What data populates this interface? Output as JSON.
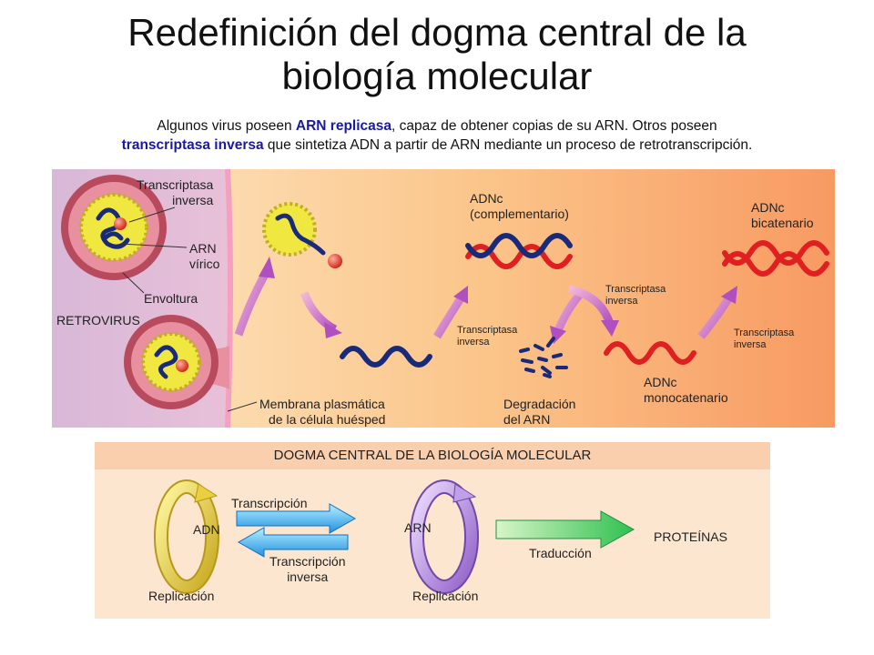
{
  "title": {
    "line1": "Redefinición del dogma central de la",
    "line2": "biología molecular"
  },
  "subtitle": {
    "p1": "Algunos virus poseen ",
    "h1": "ARN replicasa",
    "p2": ", capaz de obtener copias de su ARN. Otros poseen",
    "h2": "transcriptasa inversa",
    "p3": " que sintetiza ADN a partir de ARN mediante un proceso de retrotranscripción."
  },
  "retro": {
    "rt_line1": "Transcriptasa",
    "rt_line2": "inversa",
    "arn_line1": "ARN",
    "arn_line2": "vírico",
    "envoltura": "Envoltura",
    "retrovirus": "RETROVIRUS",
    "mem_line1": "Membrana plasmática",
    "mem_line2": "de la célula huésped",
    "adnc_c_line1": "ADNc",
    "adnc_c_line2": "(complementario)",
    "adnc_b_line1": "ADNc",
    "adnc_b_line2": "bicatenario",
    "rt_s1_line1": "Transcriptasa",
    "rt_s1_line2": "inversa",
    "rt_s2_line1": "Transcriptasa",
    "rt_s2_line2": "inversa",
    "rt_s3_line1": "Transcriptasa",
    "rt_s3_line2": "inversa",
    "deg_line1": "Degradación",
    "deg_line2": "del ARN",
    "adnc_m_line1": "ADNc",
    "adnc_m_line2": "monocatenario"
  },
  "dogma": {
    "title": "DOGMA CENTRAL DE LA BIOLOGÍA MOLECULAR",
    "adn": "ADN",
    "replicacion1": "Replicación",
    "transcripcion": "Transcripción",
    "ti_line1": "Transcripción",
    "ti_line2": "inversa",
    "arn": "ARN",
    "replicacion2": "Replicación",
    "traduccion": "Traducción",
    "proteinas": "PROTEÍNAS"
  },
  "colors": {
    "virus_membrane": "#a83a52",
    "capsid": "#e8e030",
    "rna": "#1a2a7a",
    "dna_red": "#e02020",
    "arrow_purple": "#c070c8",
    "panel_bg": "#fde6d0",
    "panel_header": "#f9cfae"
  }
}
